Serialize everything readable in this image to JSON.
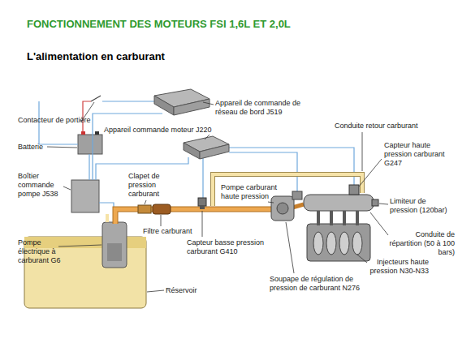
{
  "diagram": {
    "title": "FONCTIONNEMENT DES MOTEURS FSI 1,6L ET 2,0L",
    "labels": [
      "L'alimentation en carburant",
      "Appareil de commande de réseau de bord J519",
      "Contacteur de portière",
      "Appareil commande moteur J220",
      "Batterie",
      "Conduite retour carburant",
      "Capteur haute pression carburant G247",
      "Boîtier commande pompe J538",
      "Clapet de pression carburant",
      "Pompe carburant haute pression",
      "Limiteur de pression (120bar)",
      "Filtre carburant",
      "Conduite de répartition (50 à 100 bars)",
      "Pompe électrique à carburant G6",
      "Capteur basse pression carburant G410",
      "Injecteurs haute pression N30-N33",
      "Soupape de régulation de pression de carburant N276",
      "Réservoir"
    ]
  }
}
